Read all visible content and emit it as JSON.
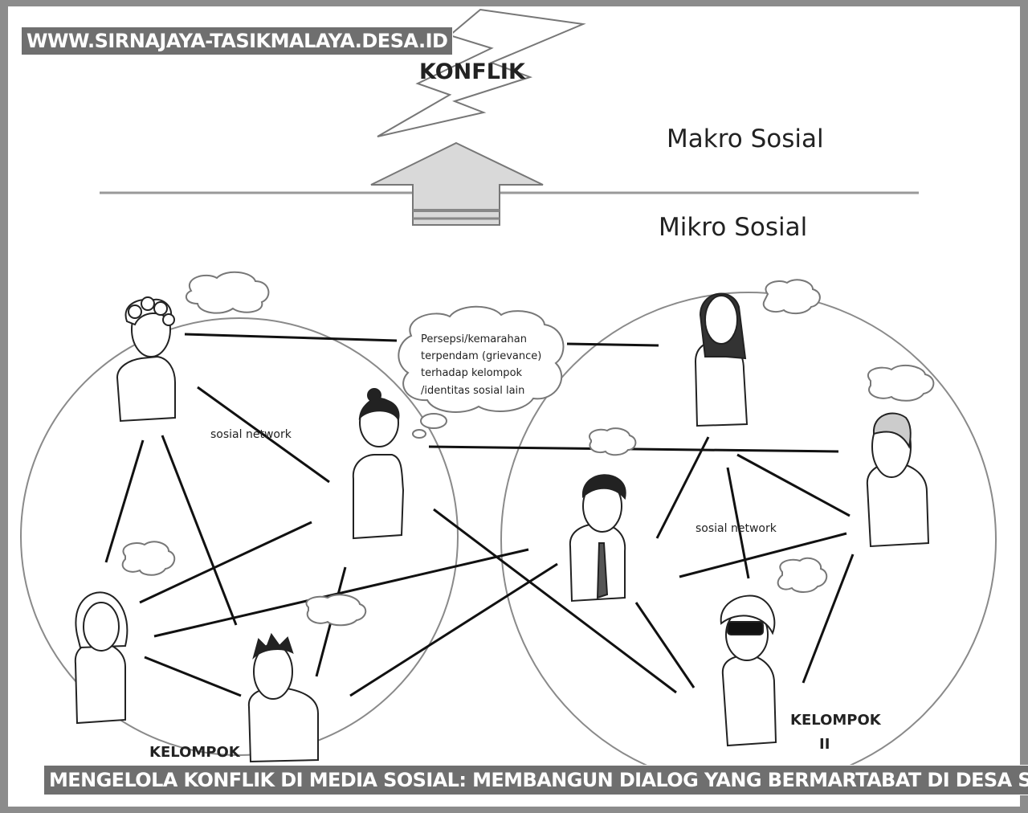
{
  "watermark": "WWW.SIRNAJAYA-TASIKMALAYA.DESA.ID",
  "caption": "MENGELOLA KONFLIK DI MEDIA SOSIAL: MEMBANGUN DIALOG YANG BERMARTABAT DI DESA SIRNAJAYA",
  "diagram": {
    "conflict_label": "KONFLIK",
    "macro_label": "Makro Sosial",
    "micro_label": "Mikro Sosial",
    "network_label_left": "sosial network",
    "network_label_right": "sosial network",
    "grievance_lines": [
      "Persepsi/kemarahan",
      "terpendam (grievance)",
      "terhadap kelompok",
      "/identitas sosial lain"
    ],
    "group_1_label": "KELOMPOK",
    "group_2_label_line1": "KELOMPOK",
    "group_2_label_line2": "II"
  }
}
